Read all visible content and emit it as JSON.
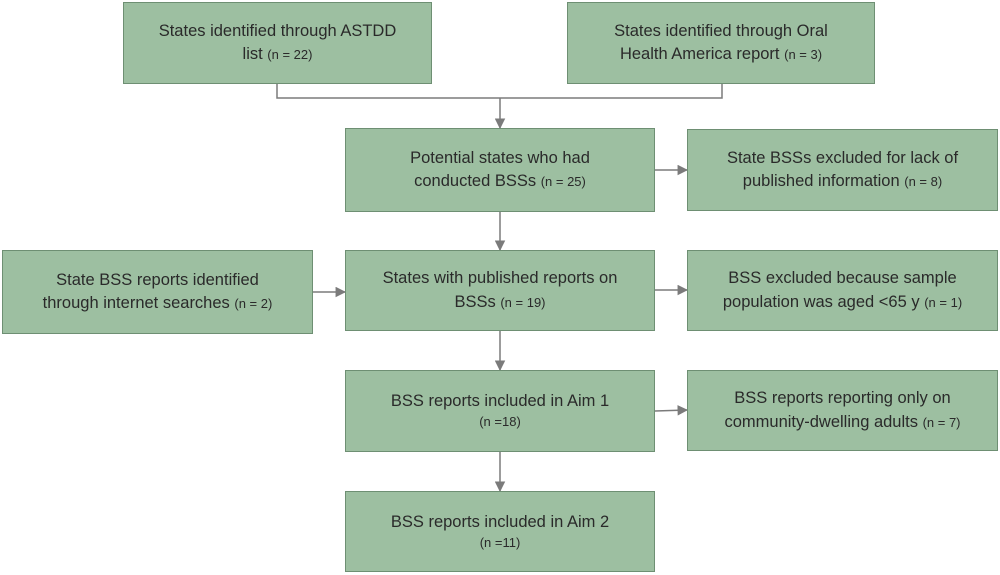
{
  "boxes": {
    "astdd": {
      "line1": "States identified through ASTDD",
      "line2": "list",
      "n": "(n = 22)"
    },
    "oha": {
      "line1": "States identified through Oral",
      "line2": "Health America report",
      "n": "(n = 3)"
    },
    "potential": {
      "line1": "Potential states who had",
      "line2": "conducted BSSs",
      "n": "(n = 25)"
    },
    "excluded_lack": {
      "line1": "State BSSs excluded for lack of",
      "line2": "published information",
      "n": "(n = 8)"
    },
    "internet": {
      "line1": "State BSS reports identified",
      "line2": "through internet searches",
      "n": "(n = 2)"
    },
    "published": {
      "line1": "States with published reports on",
      "line2": "BSSs",
      "n": "(n = 19)"
    },
    "excluded_age": {
      "line1": "BSS excluded because sample",
      "line2": "population was aged <65 y",
      "n": "(n = 1)"
    },
    "aim1": {
      "line1": "BSS reports included in Aim 1",
      "n": "(n =18)"
    },
    "community": {
      "line1": "BSS reports reporting only on",
      "line2": "community-dwelling adults",
      "n": "(n = 7)"
    },
    "aim2": {
      "line1": "BSS reports included in Aim 2",
      "n": "(n =11)"
    }
  },
  "colors": {
    "box_fill": "#9dbfa1",
    "box_border": "#6e8f73",
    "connector": "#7b7b7b",
    "text": "#2a2a2a"
  }
}
